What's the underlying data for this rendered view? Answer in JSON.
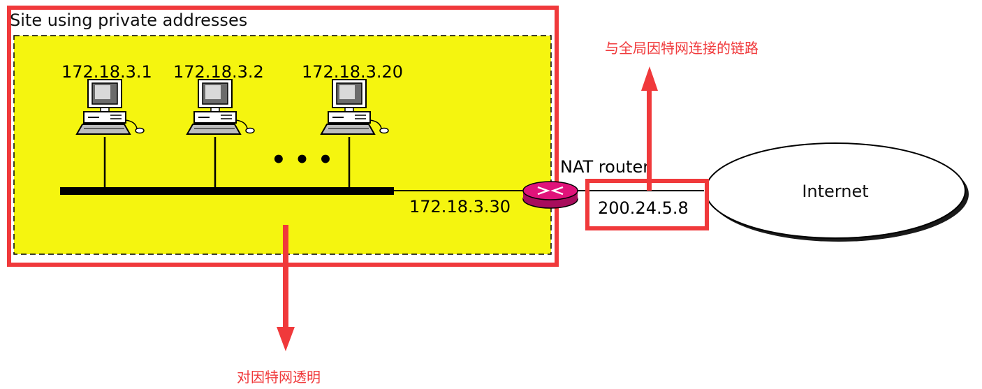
{
  "diagram": {
    "site_title": "Site using private addresses",
    "hosts": [
      {
        "ip": "172.18.3.1"
      },
      {
        "ip": "172.18.3.2"
      },
      {
        "ip": "172.18.3.20"
      }
    ],
    "ellipsis": "• • •",
    "router_inside_ip": "172.18.3.30",
    "router_label": "NAT router",
    "router_outside_ip": "200.24.5.8",
    "cloud_label": "Internet"
  },
  "annotations": {
    "global_link": "与全局因特网连接的链路",
    "transparent": "对因特网透明"
  },
  "colors": {
    "site_fill": "#f5f50f",
    "annotation_red": "#f0393b",
    "router_magenta": "#e0137a"
  }
}
